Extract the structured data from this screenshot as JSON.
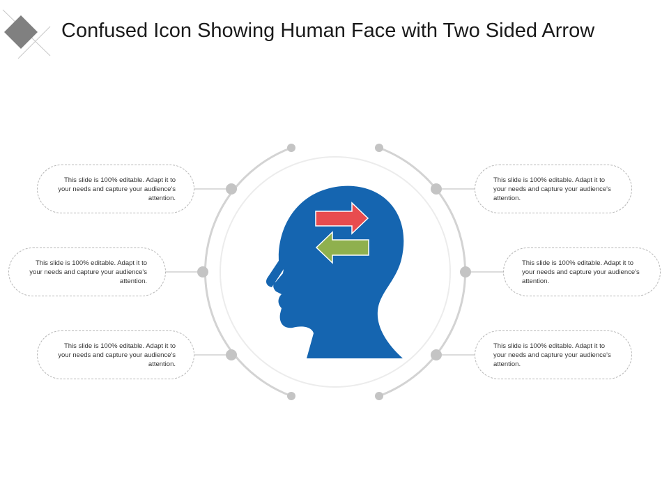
{
  "slide": {
    "title": "Confused Icon Showing Human Face with Two Sided Arrow"
  },
  "colors": {
    "head": "#1565b0",
    "arrow_right": "#e84c4f",
    "arrow_left": "#8fb04e",
    "ring": "#d6d6d6",
    "dot": "#c8c8c8",
    "logo": "#808080"
  },
  "icons": {
    "logo": "diamond-icon",
    "center": "human-head-icon",
    "arrows": "two-sided-arrow-icon"
  },
  "callouts": {
    "left": [
      {
        "text": "This slide is 100% editable.  Adapt it to your needs and capture your audience's attention."
      },
      {
        "text": "This slide is 100% editable.  Adapt it to your needs and capture your audience's attention."
      },
      {
        "text": "This slide is 100% editable.  Adapt it to your needs and capture your audience's attention."
      }
    ],
    "right": [
      {
        "text": "This slide is 100% editable.  Adapt it to your needs and capture your audience's attention."
      },
      {
        "text": "This slide is 100% editable.  Adapt it to your needs and capture your audience's attention."
      },
      {
        "text": "This slide is 100% editable.  Adapt it to your needs and capture your audience's attention."
      }
    ]
  }
}
